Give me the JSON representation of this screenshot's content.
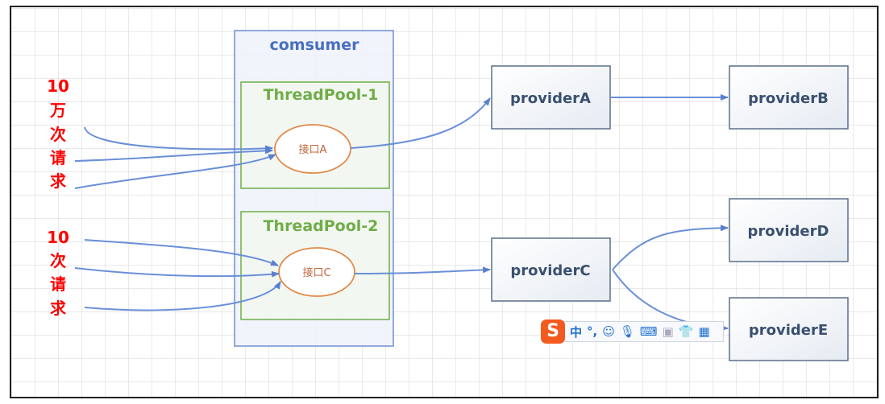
{
  "consumer": {
    "title": "comsumer"
  },
  "pools": [
    {
      "label": "ThreadPool-1",
      "interface": "接口A"
    },
    {
      "label": "ThreadPool-2",
      "interface": "接口C"
    }
  ],
  "providers": {
    "a": "providerA",
    "b": "providerB",
    "c": "providerC",
    "d": "providerD",
    "e": "providerE"
  },
  "requests": [
    {
      "lines": [
        "10",
        "万",
        "次",
        "请",
        "求"
      ]
    },
    {
      "lines": [
        "10",
        "次",
        "请",
        "求"
      ]
    }
  ],
  "ime": {
    "logo": "S",
    "mode": "中",
    "punct": "°,",
    "icons": [
      "smiley-icon",
      "microphone-icon",
      "keyboard-icon",
      "user-card-icon",
      "shirt-icon",
      "grid-icon"
    ]
  },
  "colors": {
    "consumer": "#4a6fc0",
    "pool": "#70ad47",
    "ellipse": "#e0894a",
    "arrow": "#6a8fd8",
    "request": "#ff0000",
    "provider_text": "#3a5070"
  }
}
